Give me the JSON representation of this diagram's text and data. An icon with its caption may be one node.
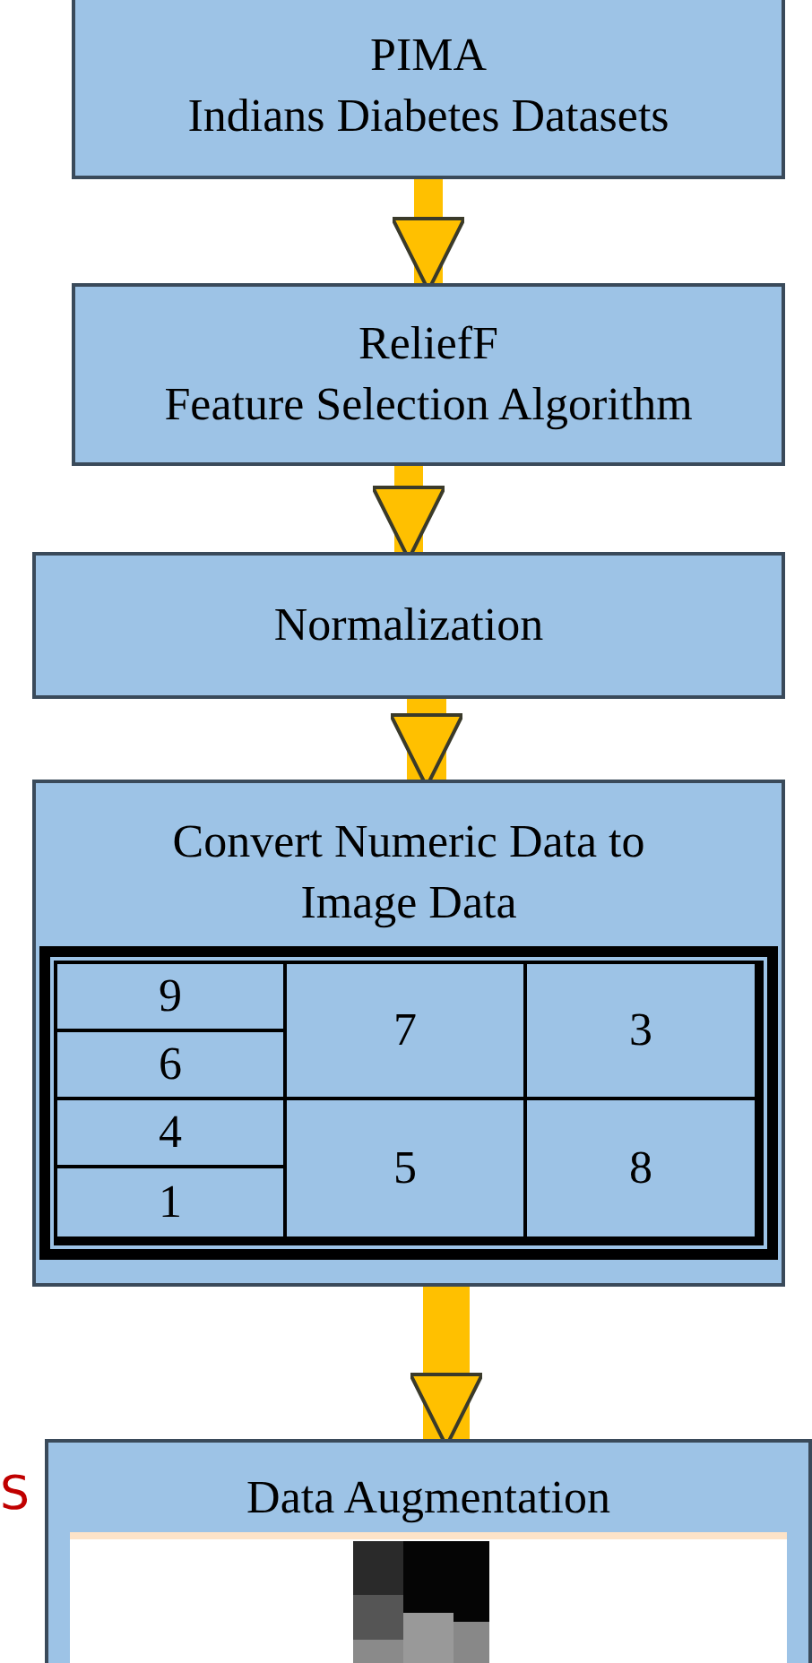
{
  "diagram": {
    "nodes": [
      {
        "text": [
          "PIMA",
          "Indians Diabetes Datasets"
        ]
      },
      {
        "text": [
          "ReliefF",
          "Feature Selection Algorithm"
        ]
      },
      {
        "text": [
          "Normalization"
        ]
      },
      {
        "text": [
          "Convert Numeric Data to Image Data"
        ]
      },
      {
        "text": [
          "Data Augmentation"
        ]
      }
    ],
    "edges": [
      {
        "from": 0,
        "to": 1,
        "arrow": "to"
      },
      {
        "from": 1,
        "to": 2,
        "arrow": "to"
      },
      {
        "from": 2,
        "to": 3,
        "arrow": "to"
      },
      {
        "from": 3,
        "to": 4,
        "arrow": "to"
      }
    ],
    "labels": [
      "9",
      "7",
      "3",
      "6",
      "4",
      "5",
      "8",
      "1",
      "S"
    ]
  }
}
